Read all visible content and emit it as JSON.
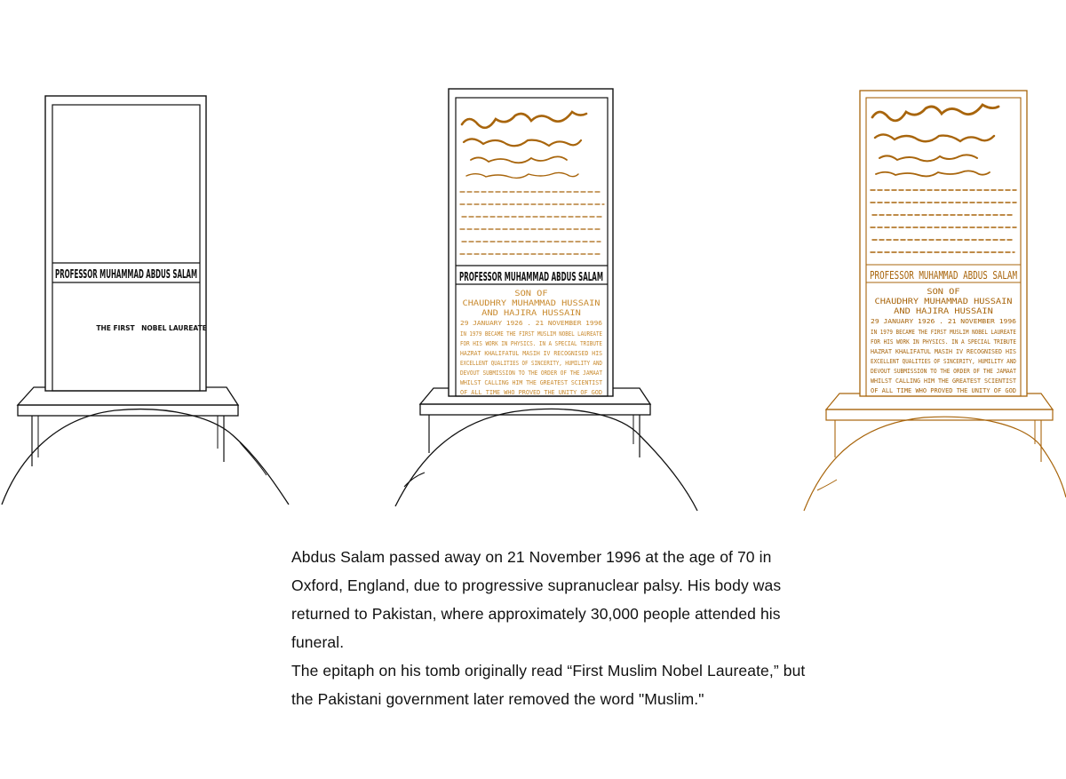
{
  "tombs": [
    {
      "stage": "blank",
      "name_line": "PROFESSOR MUHAMMAD ABDUS SALAM",
      "phrase_first": "THE FIRST",
      "phrase_laureate": "NOBEL LAUREATE"
    },
    {
      "stage": "partial",
      "name_line": "PROFESSOR MUHAMMAD ABDUS SALAM",
      "epitaph_lines": [
        "SON OF",
        "CHAUDHRY MUHAMMAD HUSSAIN",
        "AND HAJIRA HUSSAIN",
        "29 JANUARY 1926 . 21 NOVEMBER 1996",
        "IN 1979 BECAME THE FIRST MUSLIM NOBEL LAUREATE",
        "FOR HIS WORK IN PHYSICS.  IN A SPECIAL TRIBUTE",
        "HAZRAT KHALIFATUL MASIH IV  RECOGNISED HIS",
        "EXCELLENT QUALITIES OF SINCERITY, HUMILITY AND",
        "DEVOUT SUBMISSION TO THE ORDER OF THE JAMAAT",
        "WHILST CALLING HIM THE GREATEST SCIENTIST",
        "OF ALL TIME WHO PROVED THE UNITY OF GOD"
      ]
    },
    {
      "stage": "complete",
      "name_line": "PROFESSOR MUHAMMAD ABDUS SALAM",
      "epitaph_lines": [
        "SON OF",
        "CHAUDHRY MUHAMMAD HUSSAIN",
        "AND HAJIRA HUSSAIN",
        "29 JANUARY 1926 . 21 NOVEMBER 1996",
        "IN 1979 BECAME THE FIRST MUSLIM NOBEL LAUREATE",
        "FOR HIS WORK IN PHYSICS.  IN A SPECIAL TRIBUTE",
        "HAZRAT KHALIFATUL MASIH IV  RECOGNISED HIS",
        "EXCELLENT QUALITIES OF SINCERITY, HUMILITY AND",
        "DEVOUT SUBMISSION TO THE ORDER OF THE JAMAAT",
        "WHILST CALLING HIM THE GREATEST SCIENTIST",
        "OF ALL TIME WHO PROVED THE UNITY OF GOD"
      ]
    }
  ],
  "caption": {
    "paragraphs": [
      "Abdus Salam passed away on 21 November 1996 at the age of 70 in Oxford, England, due to progressive supranuclear palsy. His body was returned to Pakistan, where approximately 30,000 people attended his funeral.",
      "The epitaph on his tomb originally read “First Muslim Nobel Laureate,” but the Pakistani government later removed the word \"Muslim.\""
    ]
  },
  "colors": {
    "line": "#111111",
    "gold": "#a8650c",
    "gold_light": "#c98a2e",
    "caption_text": "#111111"
  }
}
